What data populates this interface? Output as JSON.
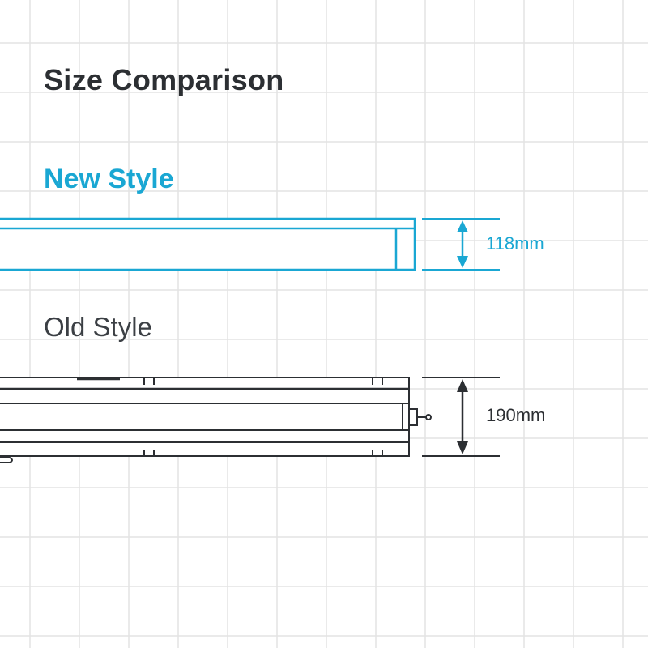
{
  "title": "Size Comparison",
  "new_style": {
    "label": "New Style",
    "dimension": "118mm",
    "color": "#1aa7d3"
  },
  "old_style": {
    "label": "Old Style",
    "dimension": "190mm",
    "color": "#2c2f33"
  },
  "grid_color": "#e3e3e3"
}
